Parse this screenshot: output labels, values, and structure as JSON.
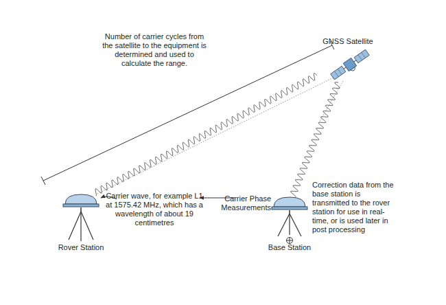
{
  "diagram": {
    "nodes": [
      {
        "text": [
          "GNSS Satellite"
        ]
      },
      {
        "text": [
          "Rover Station"
        ]
      },
      {
        "text": [
          "Base Station"
        ]
      }
    ],
    "edges": [
      {
        "from": 0,
        "to": 1,
        "arrow": "none"
      },
      {
        "from": 0,
        "to": 2,
        "arrow": "none"
      }
    ],
    "labels": [
      "Number of carrier cycles from the satellite to the equipment is determined and used to calculate the range.",
      "Carrier wave, for example L1 at 1575.42 MHz, which has a wavelength of about 19 centimetres",
      "Carrier Phase Measurements",
      "Correction data from the base station is transmitted to the rover station for use in real-time, or is used later in post processing"
    ]
  }
}
